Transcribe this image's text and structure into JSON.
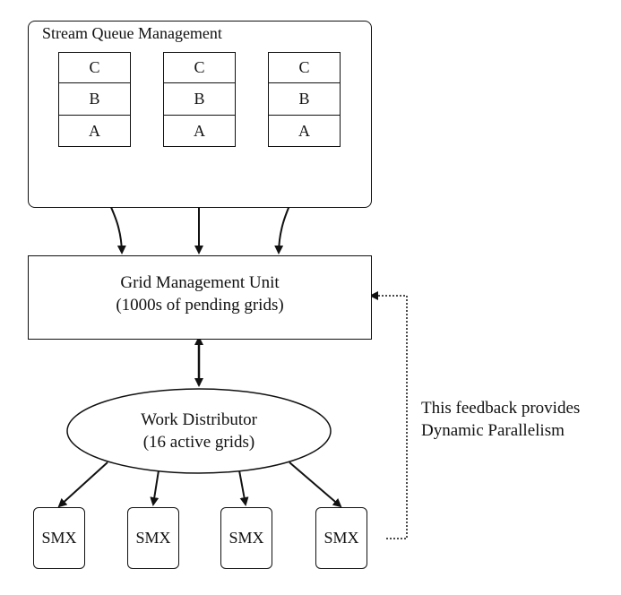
{
  "stream_queue": {
    "title": "Stream Queue Management",
    "queues": [
      {
        "cells": [
          "C",
          "B",
          "A"
        ]
      },
      {
        "cells": [
          "C",
          "B",
          "A"
        ]
      },
      {
        "cells": [
          "C",
          "B",
          "A"
        ]
      }
    ]
  },
  "grid_management": {
    "line1": "Grid Management Unit",
    "line2": "(1000s of pending grids)"
  },
  "work_distributor": {
    "line1": "Work Distributor",
    "line2": "(16 active grids)"
  },
  "smx_units": [
    "SMX",
    "SMX",
    "SMX",
    "SMX"
  ],
  "feedback": {
    "line1": "This feedback provides",
    "line2": "Dynamic Parallelism"
  }
}
